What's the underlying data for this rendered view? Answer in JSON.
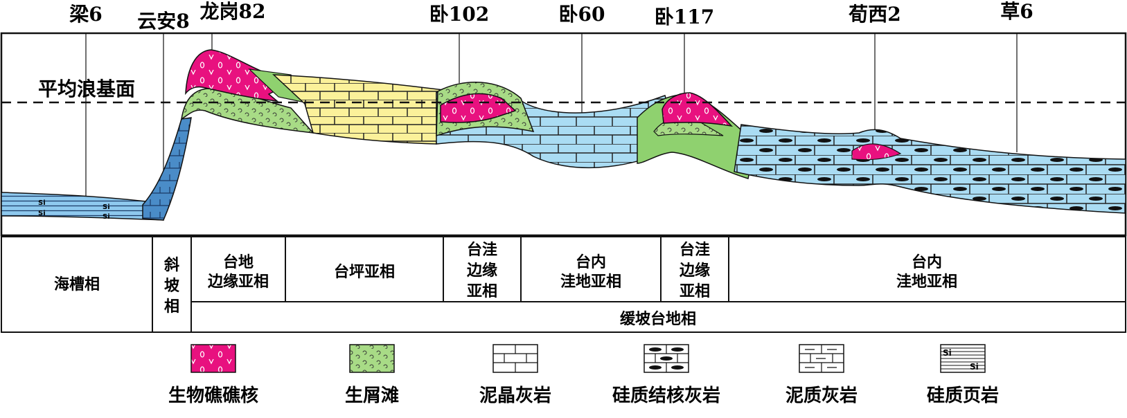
{
  "wells": [
    {
      "id": "liang6",
      "name": "梁6"
    },
    {
      "id": "yunan8",
      "name": "云安8"
    },
    {
      "id": "longgang82",
      "name": "龙岗82"
    },
    {
      "id": "wo102",
      "name": "卧102"
    },
    {
      "id": "wo60",
      "name": "卧60"
    },
    {
      "id": "wo117",
      "name": "卧117"
    },
    {
      "id": "xunxi2",
      "name": "荀西2"
    },
    {
      "id": "cao6",
      "name": "草6"
    }
  ],
  "wave_base_label": "平均浪基面",
  "si_mark": "Si",
  "facies_top": [
    {
      "id": "haicao",
      "lines": [
        "海槽相"
      ]
    },
    {
      "id": "xiepo",
      "lines": [
        "斜",
        "坡",
        "相"
      ]
    },
    {
      "id": "taidi-biany",
      "lines": [
        "台地",
        "边缘亚相"
      ]
    },
    {
      "id": "taiping",
      "lines": [
        "台坪亚相"
      ]
    },
    {
      "id": "taiwa-1",
      "lines": [
        "台洼",
        "边缘",
        "亚相"
      ]
    },
    {
      "id": "tainei-1",
      "lines": [
        "台内",
        "洼地亚相"
      ]
    },
    {
      "id": "taiwa-2",
      "lines": [
        "台洼",
        "边缘",
        "亚相"
      ]
    },
    {
      "id": "tainei-2",
      "lines": [
        "台内",
        "洼地亚相"
      ]
    }
  ],
  "facies_bottom": "缓坡台地相",
  "legend": [
    {
      "id": "reef",
      "label": "生物礁礁核",
      "color": "#e8117f"
    },
    {
      "id": "shoal",
      "label": "生屑滩",
      "color": "#8fd16f"
    },
    {
      "id": "micrite",
      "label": "泥晶灰岩",
      "color": "#ffffff"
    },
    {
      "id": "chert-nodule",
      "label": "硅质结核灰岩",
      "color": "#ffffff"
    },
    {
      "id": "argillaceous",
      "label": "泥质灰岩",
      "color": "#ffffff"
    },
    {
      "id": "siliceous-shale",
      "label": "硅质页岩",
      "color": "#ffffff"
    }
  ],
  "colors": {
    "micrite_yellow": "#fbf19a",
    "micrite_blue": "#aadcf3",
    "slope_blue": "#4a8cc8",
    "trough_blue": "#8ec9ee",
    "reef": "#e8117f",
    "shoal": "#8fd16f"
  }
}
